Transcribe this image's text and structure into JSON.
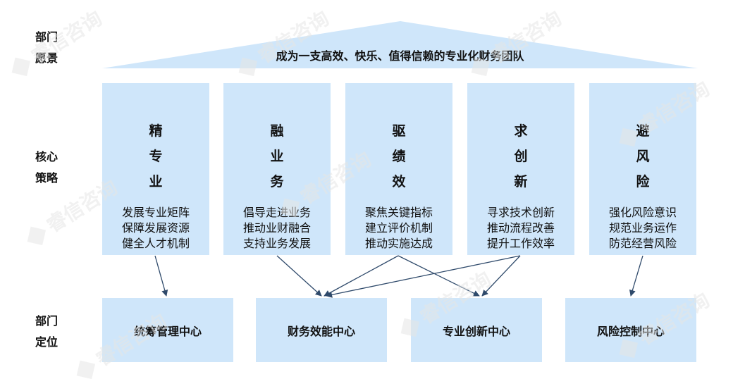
{
  "sections": {
    "vision": [
      "部门",
      "愿景"
    ],
    "strategy": [
      "核心",
      "策略"
    ],
    "position": [
      "部门",
      "定位"
    ]
  },
  "vision_text": "成为一支高效、快乐、值得信赖的专业化财务团队",
  "pillars": [
    {
      "title": [
        "精",
        "专",
        "业"
      ],
      "desc": [
        "发展专业矩阵",
        "保障发展资源",
        "健全人才机制"
      ]
    },
    {
      "title": [
        "融",
        "业",
        "务"
      ],
      "desc": [
        "倡导走进业务",
        "推动业财融合",
        "支持业务发展"
      ]
    },
    {
      "title": [
        "驱",
        "绩",
        "效"
      ],
      "desc": [
        "聚焦关键指标",
        "建立评价机制",
        "推动实施达成"
      ]
    },
    {
      "title": [
        "求",
        "创",
        "新"
      ],
      "desc": [
        "寻求技术创新",
        "推动流程改善",
        "提升工作效率"
      ]
    },
    {
      "title": [
        "避",
        "风",
        "险"
      ],
      "desc": [
        "强化风险意识",
        "规范业务运作",
        "防范经营风险"
      ]
    }
  ],
  "centers": [
    "统筹管理中心",
    "财务效能中心",
    "专业创新中心",
    "风险控制中心"
  ],
  "watermark": "睿信咨询",
  "colors": {
    "box_fill": "#cfe6fa",
    "arrow": "#2f4a6b",
    "watermark": "#e6e6e6"
  }
}
